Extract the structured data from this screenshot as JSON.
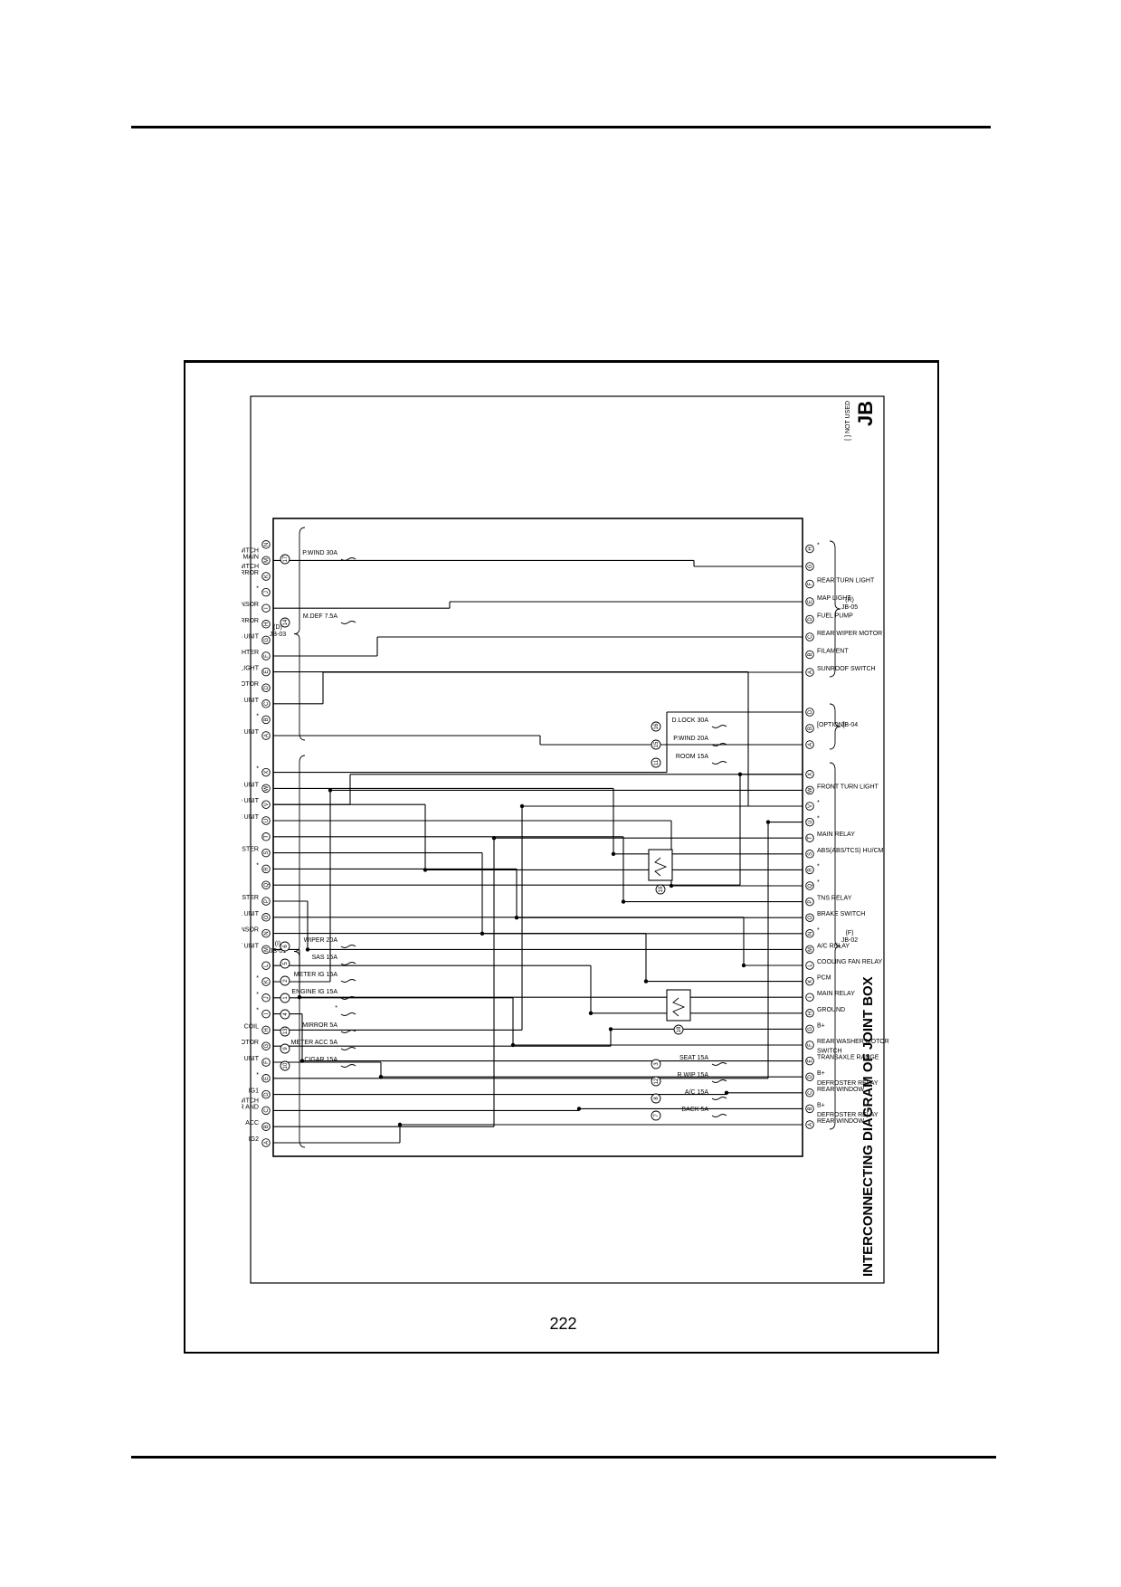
{
  "header": {
    "jb_mark": "JB",
    "title": "INTERCONNECTING DIAGRAM OF JOINT BOX",
    "not_used_note": "[ ] NOT USED"
  },
  "connectors": {
    "left_top": {
      "id": "JB-02",
      "sub": "(F)"
    },
    "left_mid": {
      "id": "JB-04",
      "sub": ""
    },
    "left_bot": {
      "id": "JB-05",
      "sub": "(R)"
    },
    "right_top": {
      "id": "JB-01",
      "sub": "(I)"
    },
    "right_bot": {
      "id": "JB-03",
      "sub": "(D)"
    }
  },
  "left_pins_a": [
    {
      "pin": "A",
      "label": "REAR WINDOW",
      "label2": "DEFROSTER RELAY"
    },
    {
      "pin": "B",
      "label": "B+",
      "label2": ""
    },
    {
      "pin": "C",
      "label": "REAR WINDOW",
      "label2": "DEFROSTER RELAY"
    },
    {
      "pin": "D",
      "label": "B+",
      "label2": ""
    },
    {
      "pin": "E",
      "label": "TRANSAXLE RANGE",
      "label2": "SWITCH"
    },
    {
      "pin": "F",
      "label": "REAR WASHER MOTOR",
      "label2": ""
    },
    {
      "pin": "G",
      "label": "B+",
      "label2": ""
    },
    {
      "pin": "H",
      "label": "GROUND",
      "label2": ""
    },
    {
      "pin": "I",
      "label": "MAIN RELAY",
      "label2": ""
    },
    {
      "pin": "K",
      "label": "PCM",
      "label2": ""
    },
    {
      "pin": "L",
      "label": "COOLING FAN RELAY",
      "label2": ""
    },
    {
      "pin": "M",
      "label": "A/C RELAY",
      "label2": ""
    },
    {
      "pin": "N",
      "label": "*",
      "label2": ""
    },
    {
      "pin": "O",
      "label": "BRAKE SWITCH",
      "label2": ""
    },
    {
      "pin": "P",
      "label": "TNS RELAY",
      "label2": ""
    },
    {
      "pin": "Q",
      "label": "*",
      "label2": ""
    },
    {
      "pin": "R",
      "label": "*",
      "label2": ""
    },
    {
      "pin": "S",
      "label": "ABS(ABS/TCS) HU/CM",
      "label2": ""
    },
    {
      "pin": "T",
      "label": "MAIN RELAY",
      "label2": ""
    },
    {
      "pin": "U",
      "label": "*",
      "label2": ""
    },
    {
      "pin": "V",
      "label": "*",
      "label2": ""
    },
    {
      "pin": "W",
      "label": "FRONT TURN LIGHT",
      "label2": ""
    },
    {
      "pin": "X",
      "label": "",
      "label2": ""
    }
  ],
  "left_pins_b": [
    {
      "pin": "A",
      "label": ""
    },
    {
      "pin": "B",
      "label": "[OPTION]"
    },
    {
      "pin": "D",
      "label": ""
    }
  ],
  "left_pins_c": [
    {
      "pin": "A",
      "label": "SUNROOF SWITCH"
    },
    {
      "pin": "B",
      "label": "FILAMENT"
    },
    {
      "pin": "C",
      "label": "REAR WIPER MOTOR"
    },
    {
      "pin": "D",
      "label": "FUEL PUMP"
    },
    {
      "pin": "E",
      "label": "MAP LIGHT"
    },
    {
      "pin": "F",
      "label": "REAR TURN LIGHT"
    },
    {
      "pin": "G",
      "label": ""
    },
    {
      "pin": "H",
      "label": "*"
    }
  ],
  "right_pins_a": [
    {
      "pin": "A",
      "label": "IG2",
      "label2": ""
    },
    {
      "pin": "B",
      "label": "ACC",
      "label2": ""
    },
    {
      "pin": "C",
      "label": "WINDSHIELD WIPER AND",
      "label2": "WASHER SWITCH"
    },
    {
      "pin": "D",
      "label": "IG1",
      "label2": ""
    },
    {
      "pin": "E",
      "label": "*",
      "label2": ""
    },
    {
      "pin": "F",
      "label": "FLASHER UNIT",
      "label2": ""
    },
    {
      "pin": "G",
      "label": "BLOWER MOTOR",
      "label2": ""
    },
    {
      "pin": "H",
      "label": "COIL",
      "label2": ""
    },
    {
      "pin": "I",
      "label": "*",
      "label2": ""
    },
    {
      "pin": "J",
      "label": "*",
      "label2": ""
    },
    {
      "pin": "K",
      "label": "*",
      "label2": ""
    },
    {
      "pin": "L",
      "label": "",
      "label2": ""
    },
    {
      "pin": "M",
      "label": "RUNNING LIGHT UNIT",
      "label2": ""
    },
    {
      "pin": "N",
      "label": "STEERING ANGLE SENSOR",
      "label2": ""
    },
    {
      "pin": "O",
      "label": "CLIMATE CONTROL UNIT",
      "label2": ""
    },
    {
      "pin": "P",
      "label": "INSTRUMENT CLUSTER",
      "label2": ""
    },
    {
      "pin": "Q",
      "label": "",
      "label2": ""
    },
    {
      "pin": "R",
      "label": "*",
      "label2": ""
    },
    {
      "pin": "S",
      "label": "INSTRUMENT CLUSTER",
      "label2": ""
    },
    {
      "pin": "T",
      "label": "",
      "label2": ""
    },
    {
      "pin": "U",
      "label": "CAR-NAVIGATION UNIT",
      "label2": ""
    },
    {
      "pin": "V",
      "label": "AUDIO UNIT",
      "label2": ""
    },
    {
      "pin": "W",
      "label": "FLASHER UNIT",
      "label2": ""
    },
    {
      "pin": "X",
      "label": "*",
      "label2": ""
    }
  ],
  "right_pins_b": [
    {
      "pin": "A",
      "label": "DOOR LOCK TIMER UNIT",
      "label2": ""
    },
    {
      "pin": "B",
      "label": "*",
      "label2": ""
    },
    {
      "pin": "C",
      "label": "DOOR LOCK TIMER UNIT",
      "label2": ""
    },
    {
      "pin": "D",
      "label": "WINDSHIELD WIPER MOTOR",
      "label2": ""
    },
    {
      "pin": "E",
      "label": "COURTESY LIGHT",
      "label2": ""
    },
    {
      "pin": "F",
      "label": "CIGARETTE LIGHTER",
      "label2": ""
    },
    {
      "pin": "G",
      "label": "SAS UNIT",
      "label2": ""
    },
    {
      "pin": "H",
      "label": "HEATED OUTSIDE MIRROR",
      "label2": ""
    },
    {
      "pin": "I",
      "label": "OCCUPANCY SENSOR",
      "label2": ""
    },
    {
      "pin": "J",
      "label": "*",
      "label2": ""
    },
    {
      "pin": "K",
      "label": "POWER OUTSIDE MIRROR",
      "label2": "SWITCH"
    },
    {
      "pin": "M",
      "label": "POWER WINDOW MAIN",
      "label2": "SWITCH"
    },
    {
      "pin": "N",
      "label": "",
      "label2": ""
    }
  ],
  "fuses_upper": [
    {
      "label": "BACK 5A",
      "num": "7"
    },
    {
      "label": "A/C 15A",
      "num": "8"
    },
    {
      "label": "R.WIP 15A",
      "num": "12"
    },
    {
      "label": "SEAT 15A",
      "num": "3"
    }
  ],
  "fuses_upper2": [
    {
      "label": "ROOM 15A",
      "num": "11"
    },
    {
      "label": "P.WIND 20A",
      "num": "15"
    },
    {
      "label": "D.LOCK 30A",
      "num": "16"
    }
  ],
  "fuses_lower": [
    {
      "label": "CIGAR 15A",
      "num": "10"
    },
    {
      "label": "METER ACC 5A",
      "num": "9"
    },
    {
      "label": "MIRROR 5A",
      "num": "13"
    },
    {
      "label": "*",
      "num": "4"
    }
  ],
  "fuses_lower2": [
    {
      "label": "ENGINE IG 15A",
      "num": "1"
    },
    {
      "label": "METER IG 15A",
      "num": "2"
    },
    {
      "label": "SAS 15A",
      "num": "5"
    },
    {
      "label": "WIPER 20A",
      "num": "6"
    }
  ],
  "fuses_lower3": [
    {
      "label": "M.DEF 7.5A",
      "num": "14"
    },
    {
      "label": "P.WIND 30A",
      "num": "17"
    }
  ],
  "relays": [
    {
      "num": "18"
    },
    {
      "num": "19"
    }
  ],
  "page": {
    "number": "222"
  }
}
